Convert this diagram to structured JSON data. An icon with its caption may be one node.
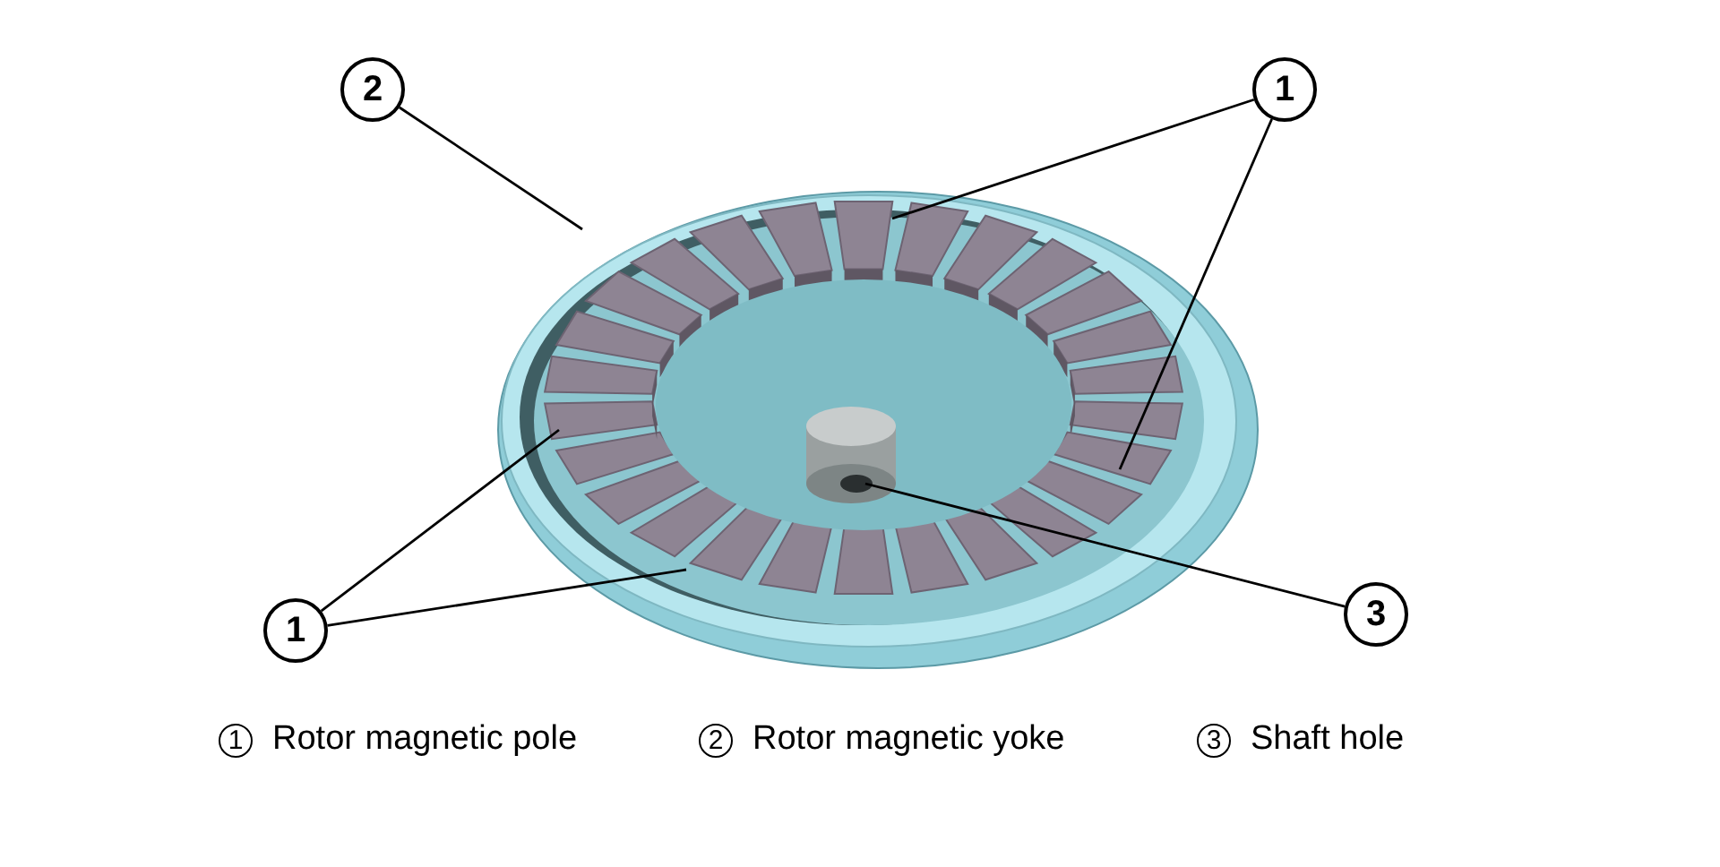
{
  "diagram": {
    "nodes": [
      {
        "text": [
          "2"
        ]
      },
      {
        "text": [
          "1"
        ]
      },
      {
        "text": [
          "1"
        ]
      },
      {
        "text": [
          "3"
        ]
      }
    ],
    "edges": [
      {
        "from": 0,
        "to": null,
        "arrow": "none"
      },
      {
        "from": 1,
        "to": null,
        "arrow": "none"
      },
      {
        "from": 1,
        "to": null,
        "arrow": "none"
      },
      {
        "from": 2,
        "to": null,
        "arrow": "none"
      },
      {
        "from": 2,
        "to": null,
        "arrow": "none"
      },
      {
        "from": 3,
        "to": null,
        "arrow": "none"
      }
    ],
    "labels": [
      "1",
      "Rotor magnetic pole",
      "2",
      "Rotor magnetic yoke",
      "3",
      "Shaft hole"
    ]
  }
}
